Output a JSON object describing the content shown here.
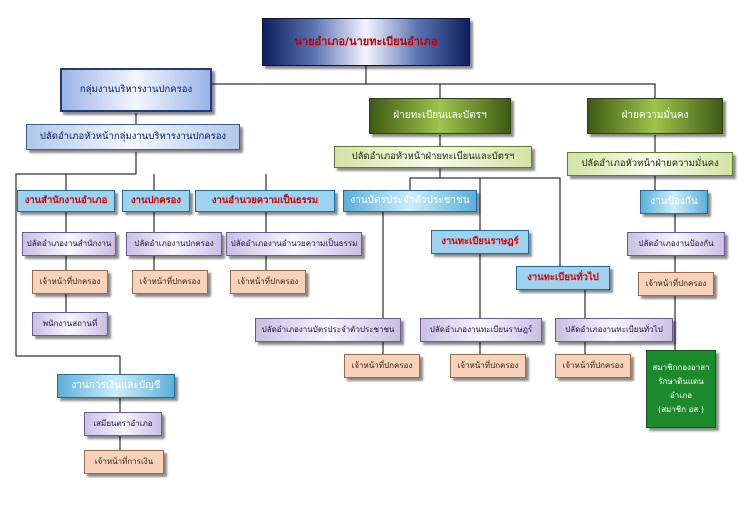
{
  "top": {
    "title": "นายอำเภอ/นายทะเบียนอำเภอ"
  },
  "admin_group": {
    "title": "กลุ่มงานบริหารงานปกครอง",
    "head": "ปลัดอำเภอหัวหน้ากลุ่มงานบริหารงานปกครอง",
    "units": [
      {
        "name": "งานสำนักงานอำเภอ",
        "deputy": "ปลัดอำเภองานสำนักงาน",
        "staff": "เจ้าหน้าที่ปกครอง",
        "extra": "พนักงานสถานที่"
      },
      {
        "name": "งานปกครอง",
        "deputy": "ปลัดอำเภองานปกครอง",
        "staff": "เจ้าหน้าที่ปกครอง"
      },
      {
        "name": "งานอำนวยความเป็นธรรม",
        "deputy": "ปลัดอำเภองานอำนวยความเป็นธรรม",
        "staff": "เจ้าหน้าที่ปกครอง"
      }
    ],
    "finance": {
      "name": "งานการเงินและบัญชี",
      "deputy": "เสมียนตราอำเภอ",
      "staff": "เจ้าหน้าที่การเงิน"
    }
  },
  "registration": {
    "title": "ฝ่ายทะเบียนและบัตรฯ",
    "head": "ปลัดอำเภอหัวหน้าฝ่ายทะเบียนและบัตรฯ",
    "units": [
      {
        "name": "งานบัตรประจำตัวประชาชน",
        "deputy": "ปลัดอำเภองานบัตรประจำตัวประชาชน",
        "staff": "เจ้าหน้าที่ปกครอง"
      },
      {
        "name": "งานทะเบียนราษฎร์",
        "deputy": "ปลัดอำเภองานทะเบียนราษฎร์",
        "staff": "เจ้าหน้าที่ปกครอง"
      },
      {
        "name": "งานทะเบียนทั่วไป",
        "deputy": "ปลัดอำเภองานทะเบียนทั่วไป",
        "staff": "เจ้าหน้าที่ปกครอง"
      }
    ]
  },
  "security": {
    "title": "ฝ่ายความมั่นคง",
    "head": "ปลัดอำเภอหัวหน้าฝ่ายความมั่นคง",
    "unit": {
      "name": "งานป้องกัน",
      "deputy": "ปลัดอำเภองานป้องกัน",
      "staff": "เจ้าหน้าที่ปกครอง"
    },
    "members": [
      "สมาชิกกองอาสา",
      "รักษาดินแดน",
      "อำเภอ",
      "(สมาชิก อส.)"
    ]
  }
}
